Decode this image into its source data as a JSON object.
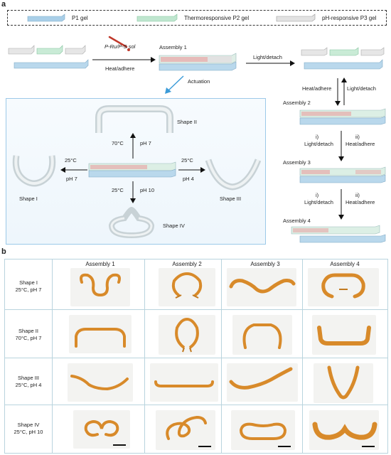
{
  "panel_a_label": "a",
  "panel_b_label": "b",
  "legend": {
    "p1": "P1 gel",
    "p2": "Thermoresponsive P2 gel",
    "p3": "pH-responsive P3 gel"
  },
  "colors": {
    "p1": "#a9cfe8",
    "p2": "#bfe6cf",
    "p3": "#d6d6d6",
    "red_stripe": "#e8a5a5",
    "action_border": "#9cc9e8",
    "grid_border": "#b9d4de",
    "gel_orange": "#d88a2a"
  },
  "top": {
    "sol_label": "P-Ru/P-S sol",
    "heat_adhere": "Heat/adhere",
    "assembly1": "Assembly 1",
    "light_detach": "Light/detach",
    "actuation": "Actuation"
  },
  "right_col": {
    "heat_adhere_1": "Heat/adhere",
    "light_detach_1": "Light/detach",
    "assembly2": "Assembly 2",
    "i_1": "i)",
    "light_detach_2": "Light/detach",
    "ii_1": "ii)",
    "heat_adhere_2": "Heat/adhere",
    "assembly3": "Assembly 3",
    "i_2": "i)",
    "light_detach_3": "Light/detach",
    "ii_2": "ii)",
    "heat_adhere_3": "Heat/adhere",
    "assembly4": "Assembly 4"
  },
  "actuation": {
    "shape2": "Shape  II",
    "cond_up_temp": "70°C",
    "cond_up_ph": "pH 7",
    "cond_left_temp": "25°C",
    "cond_left_ph": "pH 7",
    "cond_right_temp": "25°C",
    "cond_right_ph": "pH 4",
    "cond_down_temp": "25°C",
    "cond_down_ph": "pH 10",
    "shape1": "Shape  I",
    "shape3": "Shape  III",
    "shape4": "Shape IV"
  },
  "grid": {
    "columns": [
      "Assembly 1",
      "Assembly 2",
      "Assembly 3",
      "Assembly 4"
    ],
    "rows": [
      {
        "name": "Shape I",
        "cond": "25°C, pH 7"
      },
      {
        "name": "Shape  II",
        "cond": "70°C, pH 7"
      },
      {
        "name": "Shape  III",
        "cond": "25°C, pH 4"
      },
      {
        "name": "Shape IV",
        "cond": "25°C, pH 10"
      }
    ]
  }
}
